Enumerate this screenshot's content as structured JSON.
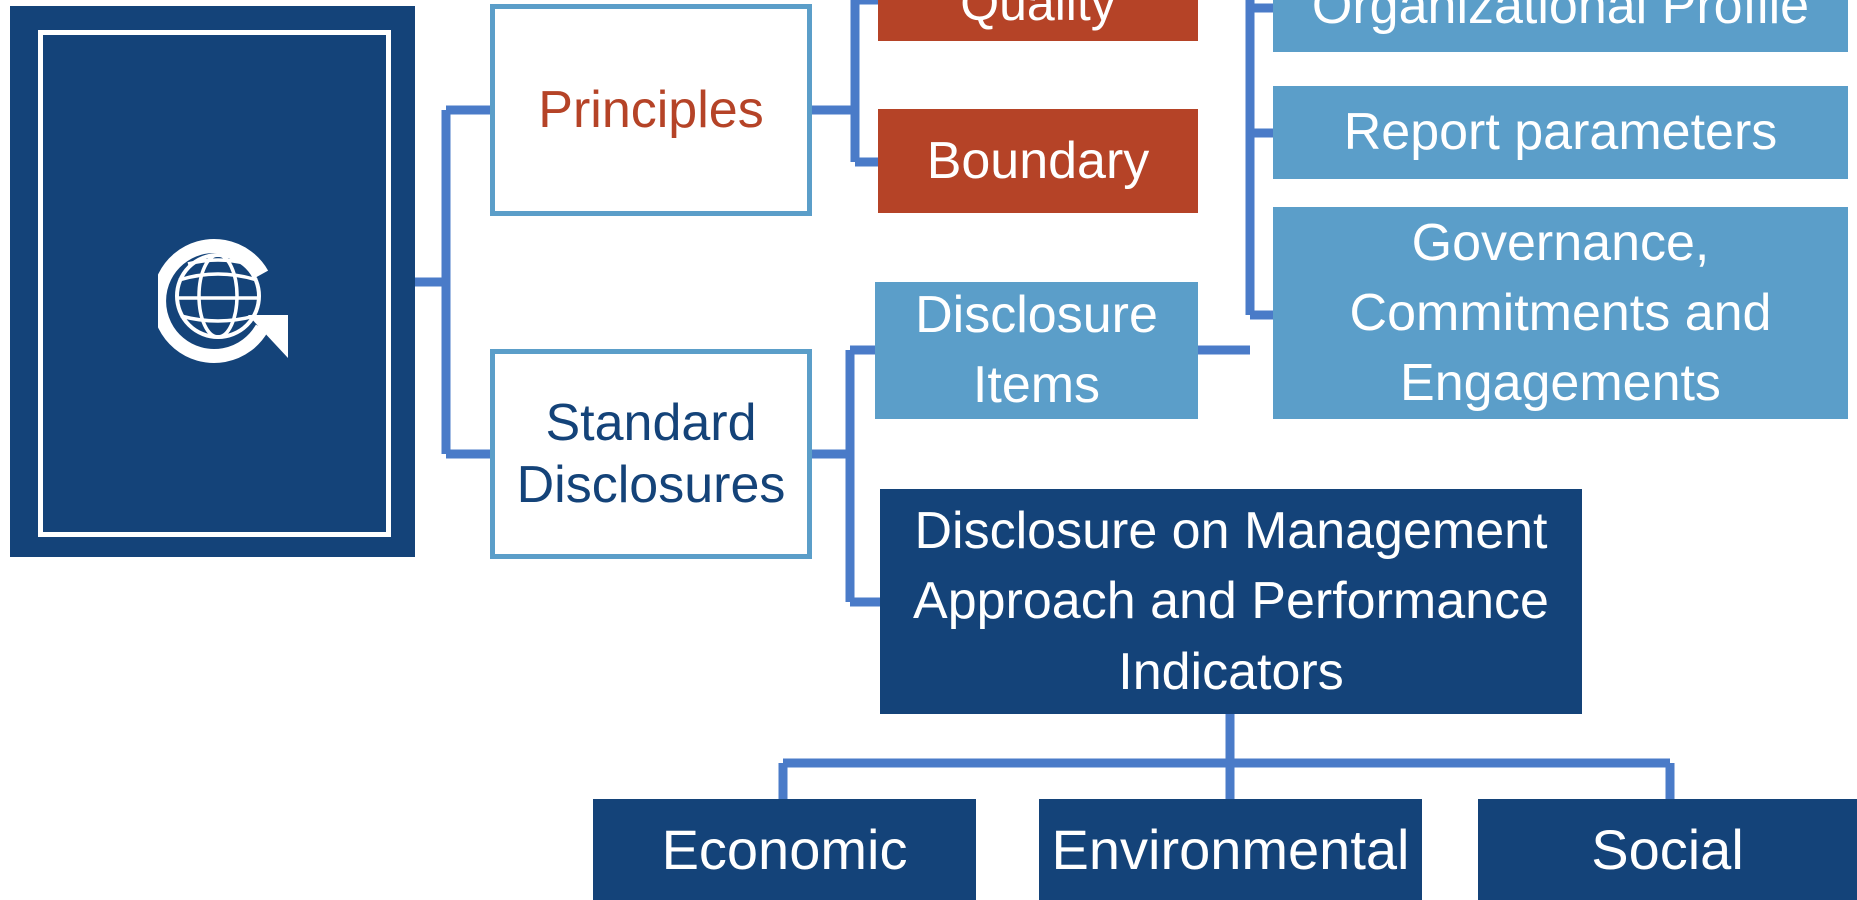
{
  "diagram": {
    "principles": "Principles",
    "standard_disclosures": "Standard\nDisclosures",
    "quality": "Quality",
    "boundary": "Boundary",
    "disclosure_items": "Disclosure\nItems",
    "organizational_profile": "Organizational Profile",
    "report_parameters": "Report parameters",
    "governance": "Governance,\nCommitments and\nEngagements",
    "dma": "Disclosure on Management\nApproach and Performance\nIndicators",
    "economic": "Economic",
    "environmental": "Environmental",
    "social": "Social"
  },
  "colors": {
    "dark_blue": "#144379",
    "light_blue": "#5b9ec9",
    "red": "#b54327",
    "connector": "#4a7bc8"
  },
  "icons": {
    "logo": "globe-arrow-icon"
  }
}
